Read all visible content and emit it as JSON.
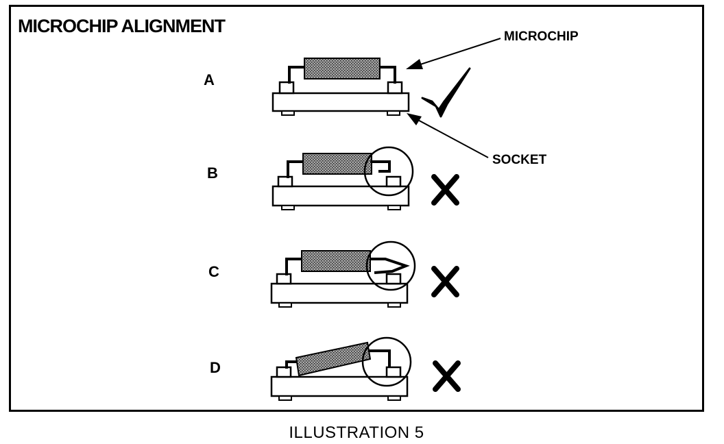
{
  "title": "MICROCHIP ALIGNMENT",
  "labels": {
    "microchip": "MICROCHIP",
    "socket": "SOCKET"
  },
  "rows": [
    {
      "letter": "A",
      "status": "correct",
      "mark": "check-mark"
    },
    {
      "letter": "B",
      "status": "incorrect",
      "mark": "x-mark"
    },
    {
      "letter": "C",
      "status": "incorrect",
      "mark": "x-mark"
    },
    {
      "letter": "D",
      "status": "incorrect",
      "mark": "x-mark"
    }
  ],
  "caption": "ILLUSTRATION 5",
  "colors": {
    "ink": "#000000",
    "chip_fill": "#8a8a8a",
    "background": "#ffffff"
  }
}
